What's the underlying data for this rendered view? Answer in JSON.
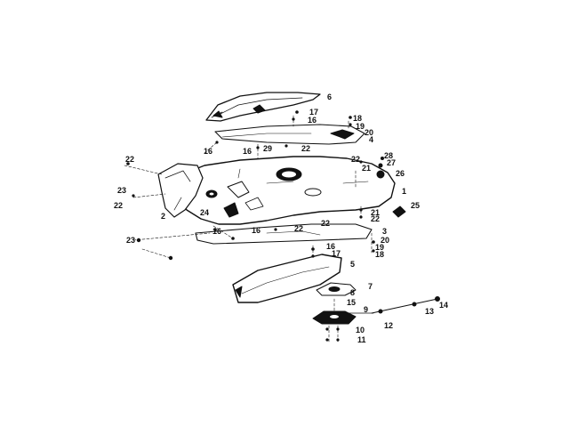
{
  "diagram": {
    "colors": {
      "ink": "#111111",
      "paper": "#ffffff"
    },
    "part_numbers": [
      "1",
      "2",
      "3",
      "4",
      "5",
      "6",
      "7",
      "8",
      "9",
      "10",
      "11",
      "12",
      "13",
      "14",
      "15",
      "16",
      "17",
      "18",
      "19",
      "20",
      "21",
      "22",
      "23",
      "24",
      "25",
      "26",
      "27",
      "28",
      "29"
    ],
    "callouts": {
      "c1": "1",
      "c2": "2",
      "c3": "3",
      "c4": "4",
      "c5": "5",
      "c6": "6",
      "c7": "7",
      "c8": "8",
      "c9": "9",
      "c10": "10",
      "c11": "11",
      "c12": "12",
      "c13": "13",
      "c14": "14",
      "c15": "15",
      "c16a": "16",
      "c16b": "16",
      "c16c": "16",
      "c16d": "16",
      "c16e": "16",
      "c16f": "16",
      "c17a": "17",
      "c17b": "17",
      "c18a": "18",
      "c18b": "18",
      "c19a": "19",
      "c19b": "19",
      "c20a": "20",
      "c20b": "20",
      "c21a": "21",
      "c21b": "21",
      "c22a": "22",
      "c22b": "22",
      "c22c": "22",
      "c22d": "22",
      "c22e": "22",
      "c22f": "22",
      "c22g": "22",
      "c23a": "23",
      "c23b": "23",
      "c24": "24",
      "c25": "25",
      "c26": "26",
      "c27": "27",
      "c28": "28",
      "c29": "29"
    }
  }
}
